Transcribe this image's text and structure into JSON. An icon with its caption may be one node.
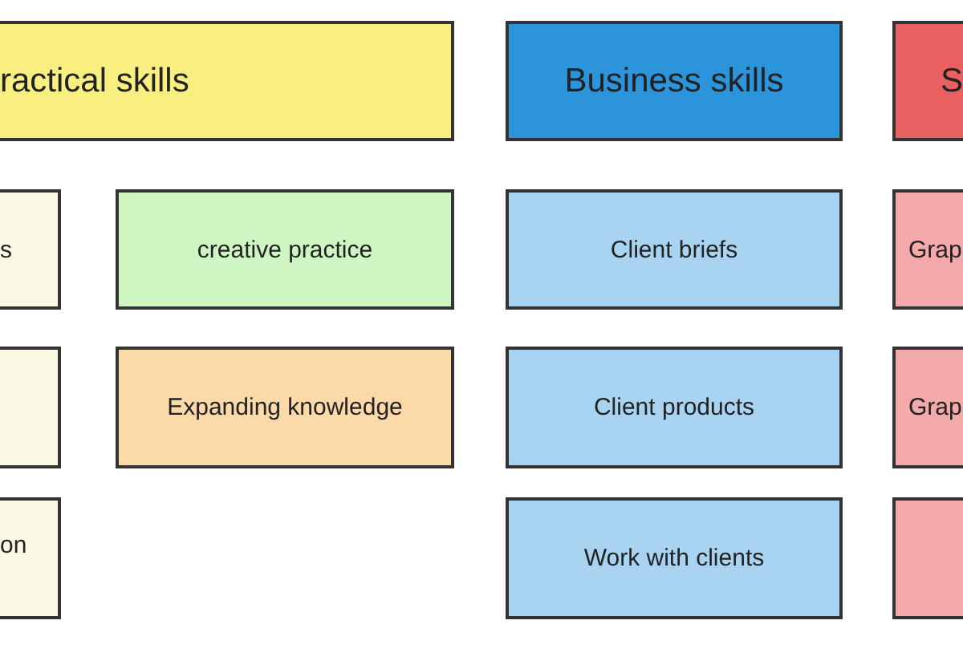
{
  "diagram": {
    "nodes": [
      {
        "text": [
          "ractical skills"
        ]
      },
      {
        "text": [
          "s"
        ]
      },
      {
        "text": [],
        "shape": "box"
      },
      {
        "text": [
          "on"
        ]
      },
      {
        "text": [
          "creative practice"
        ]
      },
      {
        "text": [
          "Expanding knowledge"
        ]
      },
      {
        "text": [
          "Business skills"
        ]
      },
      {
        "text": [
          "Client briefs"
        ]
      },
      {
        "text": [
          "Client products"
        ]
      },
      {
        "text": [
          "Work with clients"
        ]
      },
      {
        "text": [
          "S"
        ]
      },
      {
        "text": [
          "Grap"
        ]
      },
      {
        "text": [
          "Grap"
        ]
      },
      {
        "text": [],
        "shape": "box"
      }
    ],
    "edges": []
  }
}
